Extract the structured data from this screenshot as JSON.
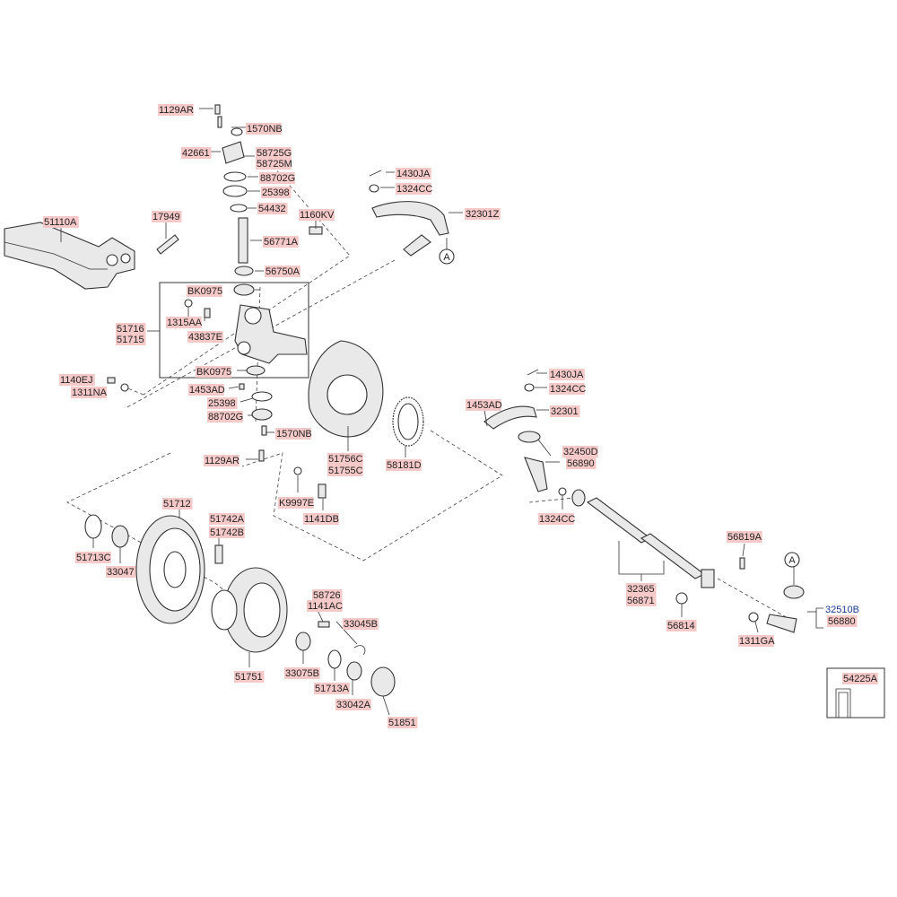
{
  "labels": {
    "l_1129AR_top": "1129AR",
    "l_1570NB_top": "1570NB",
    "l_42661": "42661",
    "l_58725G": "58725G",
    "l_58725M": "58725M",
    "l_88702G_top": "88702G",
    "l_25398_top": "25398",
    "l_54432": "54432",
    "l_1160KV": "1160KV",
    "l_1430JA_top": "1430JA",
    "l_1324CC_top": "1324CC",
    "l_32301Z": "32301Z",
    "l_51110A": "51110A",
    "l_17949": "17949",
    "l_56771A": "56771A",
    "l_56750A": "56750A",
    "l_BK0975_top": "BK0975",
    "l_1315AA": "1315AA",
    "l_51716": "51716",
    "l_51715": "51715",
    "l_43837E": "43837E",
    "l_BK0975_bot": "BK0975",
    "l_1140EJ": "1140EJ",
    "l_1311NA": "1311NA",
    "l_1453AD_left": "1453AD",
    "l_25398_bot": "25398",
    "l_88702G_bot": "88702G",
    "l_1570NB_bot": "1570NB",
    "l_1129AR_bot": "1129AR",
    "l_51756C": "51756C",
    "l_51755C": "51755C",
    "l_58181D": "58181D",
    "l_K9997E": "K9997E",
    "l_1141DB": "1141DB",
    "l_1430JA_right": "1430JA",
    "l_1324CC_right": "1324CC",
    "l_1453AD_right": "1453AD",
    "l_32301": "32301",
    "l_32450D": "32450D",
    "l_56890": "56890",
    "l_1324CC_mid": "1324CC",
    "l_51712": "51712",
    "l_51742A": "51742A",
    "l_51742B": "51742B",
    "l_51713C": "51713C",
    "l_33047": "33047",
    "l_58726": "58726",
    "l_1141AC": "1141AC",
    "l_33045B": "33045B",
    "l_51751": "51751",
    "l_33075B": "33075B",
    "l_51713A": "51713A",
    "l_33042A": "33042A",
    "l_51851": "51851",
    "l_56819A": "56819A",
    "l_32365": "32365",
    "l_56871": "56871",
    "l_56814": "56814",
    "l_1311GA": "1311GA",
    "l_32510B": "32510B",
    "l_56880": "56880",
    "l_54225A": "54225A",
    "ref_A_top": "A",
    "ref_A_right": "A"
  },
  "colors": {
    "highlight": "#f6c9c9",
    "selected_text": "#1a3f9a",
    "line": "#333333"
  }
}
